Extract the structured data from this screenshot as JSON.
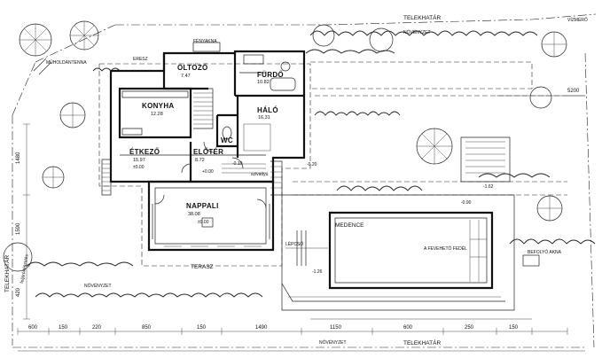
{
  "labels": {
    "telekhatar_top": "TELEKHATÁR",
    "telekhatar_bottom": "TELEKHATÁR",
    "telekhatar_left": "TELEKHATÁR",
    "novenyzet_top": "NÖVÉNYZET",
    "novenyzet_left": "NÖVÉNYZET",
    "novenyzet_bottom": "NÖVÉNYZET",
    "vizmero": "VÍZMÉRŐ",
    "muholdantenna": "MŰHOLDANTENNA",
    "fenyakna": "FÉNYAKNA",
    "feljarokeszules": "feljárókészülés",
    "szivattyu": "szivattyú",
    "befolyo_akna": "BEFOLYÓ AKNA",
    "fevehetofedel": "A FEVEHETŐ FEDÉL",
    "eresz": "ERESZ",
    "terasz": "TERASZ",
    "lepcso": "LÉPCSŐ"
  },
  "rooms": {
    "oltozo": {
      "name": "ÖLTÖZŐ",
      "area": "7.47"
    },
    "furdo": {
      "name": "FÜRDŐ",
      "area": "10.82"
    },
    "konyha": {
      "name": "KONYHA",
      "area": "12.28"
    },
    "halo": {
      "name": "HÁLÓ",
      "area": "16.31"
    },
    "wc": {
      "name": "WC",
      "area": ""
    },
    "etkezo": {
      "name": "ÉTKEZŐ",
      "area": "15.97"
    },
    "eloter": {
      "name": "ELŐTÉR",
      "area": "8.72"
    },
    "nappali": {
      "name": "NAPPALI",
      "area": "38.08"
    },
    "medence": {
      "name": "MEDENCE",
      "area": ""
    }
  },
  "levels": {
    "a": "±0.00",
    "b": "-0.10",
    "c": "-0.20",
    "d": "-1.26",
    "e": "-1.62",
    "f": "±0.00",
    "g": "-0.90",
    "h": "+0.00"
  },
  "dimensions": {
    "top_right": "5200",
    "left_a": "1480",
    "left_b": "1590",
    "left_c": "420",
    "bottom": [
      "600",
      "150",
      "220",
      "850",
      "150",
      "1490",
      "1150",
      "600",
      "250",
      "150"
    ]
  }
}
